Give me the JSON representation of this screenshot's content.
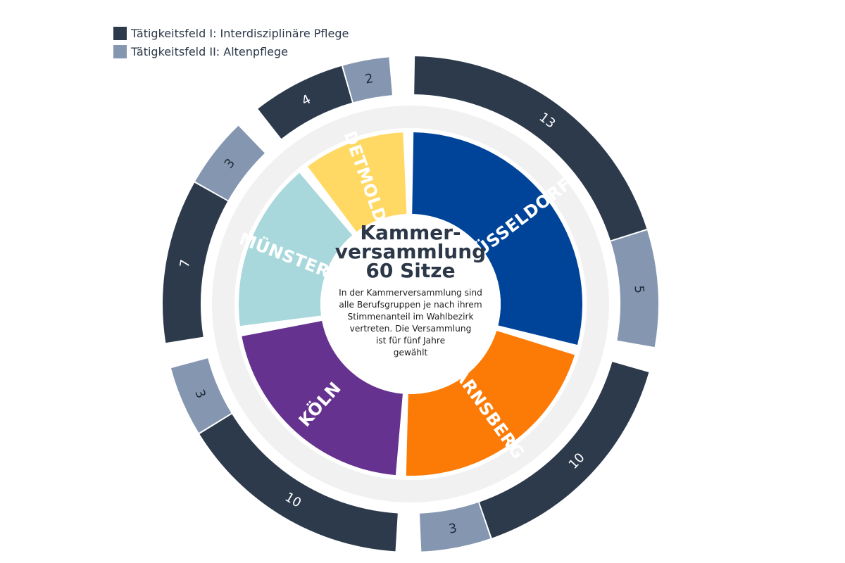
{
  "chart_data": {
    "type": "pie",
    "subtype": "nested-donut",
    "title": "Kammer-\nversammlung\n60 Sitze",
    "description": "In der Kammerversammlung sind\nalle Berufsgruppen je nach ihrem\nStimmenanteil im Wahlbezirk\nvertreten. Die Versammlung\nist für fünf Jahre\ngewählt",
    "legend": [
      {
        "name": "Tätigkeitsfeld I: Interdisziplinäre Pflege",
        "color": "#2c3a4c"
      },
      {
        "name": "Tätigkeitsfeld II: Altenpflege",
        "color": "#8597b0"
      }
    ],
    "legend_position": "top-left",
    "series": [
      {
        "name": "Tätigkeitsfeld I: Interdisziplinäre Pflege",
        "values": [
          13,
          10,
          10,
          7,
          4
        ]
      },
      {
        "name": "Tätigkeitsfeld II: Altenpflege",
        "values": [
          5,
          3,
          3,
          3,
          2
        ]
      }
    ],
    "categories": [
      "DÜSSELDORF",
      "ARNSBERG",
      "KÖLN",
      "MÜNSTER",
      "DETMOLD"
    ],
    "category_colors": [
      "#00449a",
      "#fc7b07",
      "#66328f",
      "#a8d8dc",
      "#ffd964"
    ],
    "total": 60
  }
}
